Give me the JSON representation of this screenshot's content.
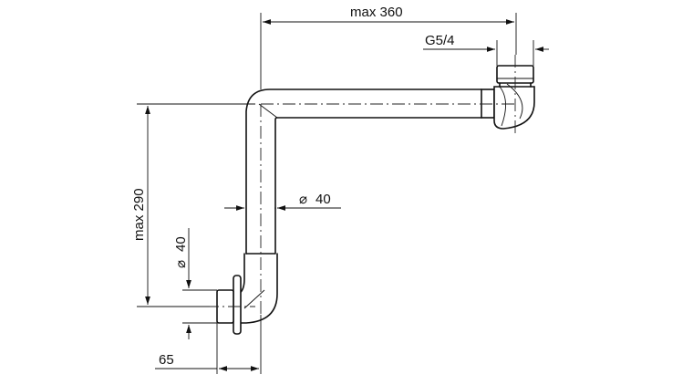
{
  "dimensions": {
    "width_top": "max 360",
    "thread": "G5/4",
    "pipe_diameter": "40",
    "height_left": "max 290",
    "outlet_diameter": "40",
    "wall_offset": "65"
  },
  "symbols": {
    "diameter": "⌀"
  }
}
